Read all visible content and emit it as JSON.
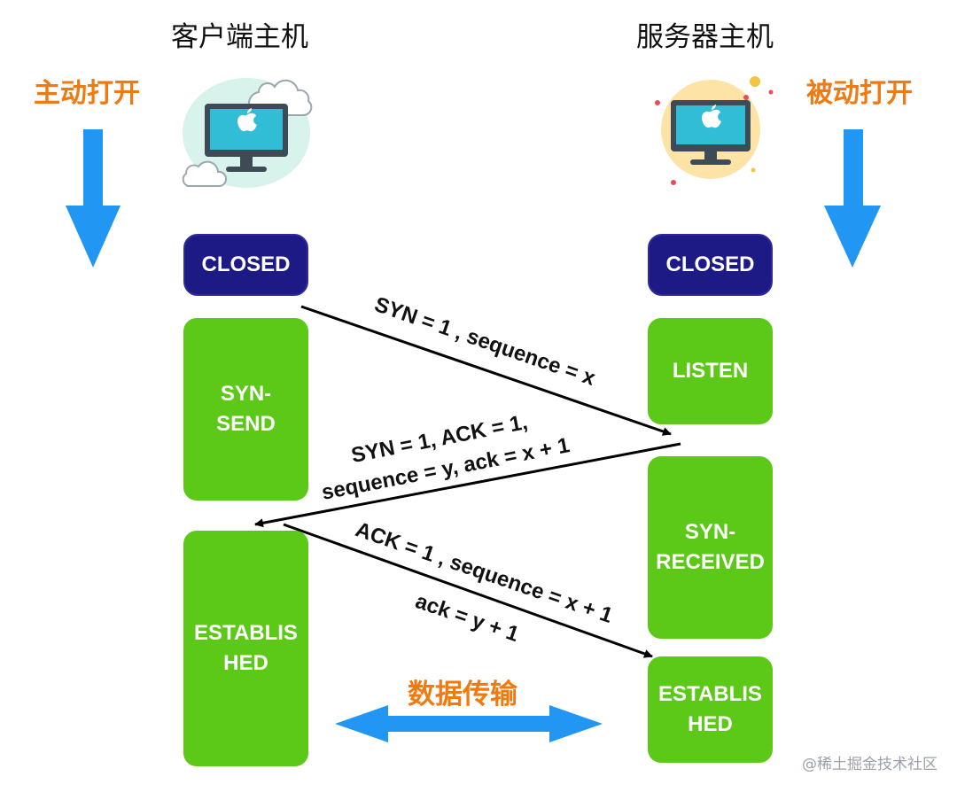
{
  "client": {
    "title": "客户端主机",
    "mode": "主动打开"
  },
  "server": {
    "title": "服务器主机",
    "mode": "被动打开"
  },
  "client_states": {
    "closed": "CLOSED",
    "syn_send": [
      "SYN-",
      "SEND"
    ],
    "established": [
      "ESTABLIS",
      "HED"
    ]
  },
  "server_states": {
    "closed": "CLOSED",
    "listen": "LISTEN",
    "syn_received": [
      "SYN-",
      "RECEIVED"
    ],
    "established": [
      "ESTABLIS",
      "HED"
    ]
  },
  "messages": {
    "syn": "SYN = 1 , sequence = x",
    "synack_line1": "SYN = 1, ACK = 1,",
    "synack_line2": "sequence = y, ack = x + 1",
    "ack_line1": "ACK = 1 , sequence = x + 1",
    "ack_line2": "ack = y + 1"
  },
  "data_transfer": "数据传输",
  "watermark": "@稀土掘金技术社区",
  "colors": {
    "mode_text": "#f07a12",
    "closed_box": "#1d1a86",
    "state_box": "#5cc817",
    "big_arrow": "#2196f3",
    "message_line": "#000000"
  },
  "icons": {
    "client": "computer-icon",
    "server": "computer-icon"
  }
}
